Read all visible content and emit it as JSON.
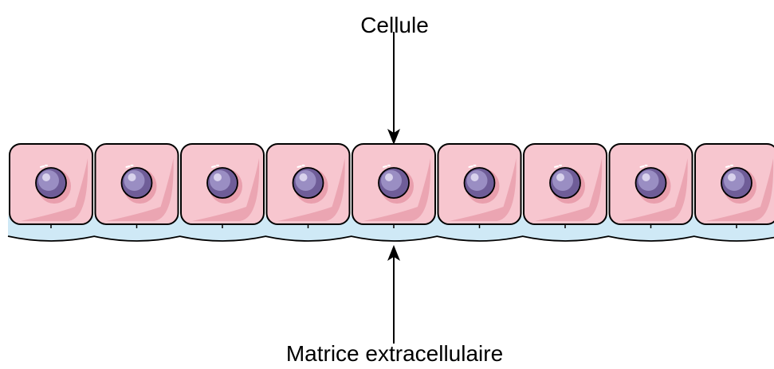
{
  "labels": {
    "top": "Cellule",
    "bottom": "Matrice extracellulaire"
  },
  "cells": {
    "count": 9
  },
  "colors": {
    "cell_fill": "#f7c6cf",
    "cell_shadow": "#e79aa8",
    "cell_outline": "#000000",
    "nucleus_outer": "#6f5d98",
    "nucleus_inner": "#9a8ec3",
    "nucleus_highlight": "#d8d2ec",
    "matrix_fill": "#cfe9f6",
    "matrix_outline": "#000000",
    "arrow": "#000000"
  }
}
